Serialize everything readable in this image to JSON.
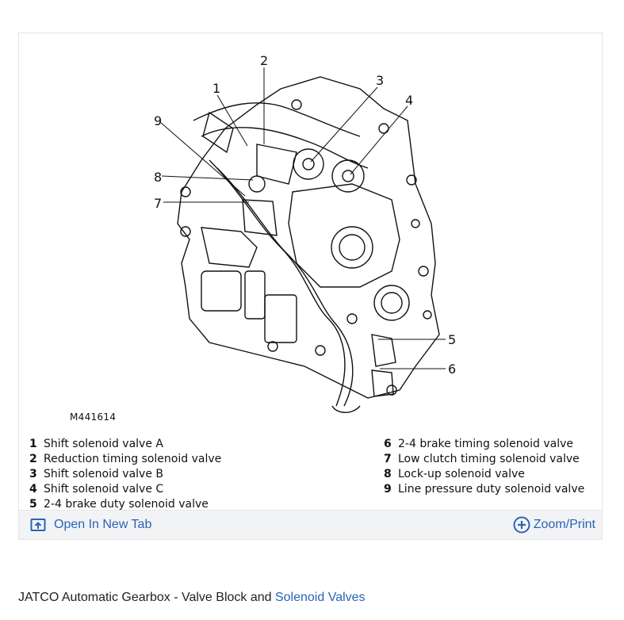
{
  "figure": {
    "model_code": "M441614",
    "callouts": [
      "1",
      "2",
      "3",
      "4",
      "5",
      "6",
      "7",
      "8",
      "9"
    ],
    "legend_left": [
      {
        "num": "1",
        "label": "Shift solenoid valve A"
      },
      {
        "num": "2",
        "label": "Reduction timing solenoid valve"
      },
      {
        "num": "3",
        "label": "Shift solenoid valve B"
      },
      {
        "num": "4",
        "label": "Shift solenoid valve C"
      },
      {
        "num": "5",
        "label": "2-4 brake duty solenoid valve"
      }
    ],
    "legend_right": [
      {
        "num": "6",
        "label": "2-4 brake timing solenoid valve"
      },
      {
        "num": "7",
        "label": "Low clutch timing solenoid valve"
      },
      {
        "num": "8",
        "label": "Lock-up solenoid valve"
      },
      {
        "num": "9",
        "label": "Line pressure duty solenoid valve"
      }
    ]
  },
  "toolbar": {
    "open_label": "Open In New Tab",
    "zoom_label": "Zoom/Print",
    "link_color": "#2a63b8"
  },
  "caption": {
    "prefix": "JATCO Automatic Gearbox - Valve Block and ",
    "link_text": "Solenoid Valves"
  }
}
